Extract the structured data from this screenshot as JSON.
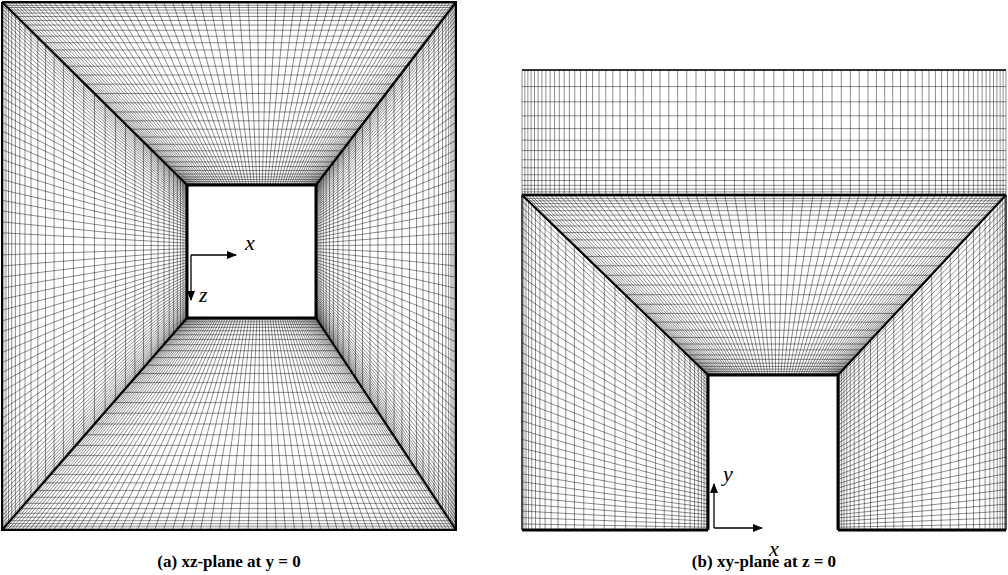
{
  "diagram": {
    "labels": [
      "x",
      "z",
      "y",
      "x",
      "(a) xz-plane at y = 0",
      "(b) xy-plane at z = 0"
    ]
  }
}
